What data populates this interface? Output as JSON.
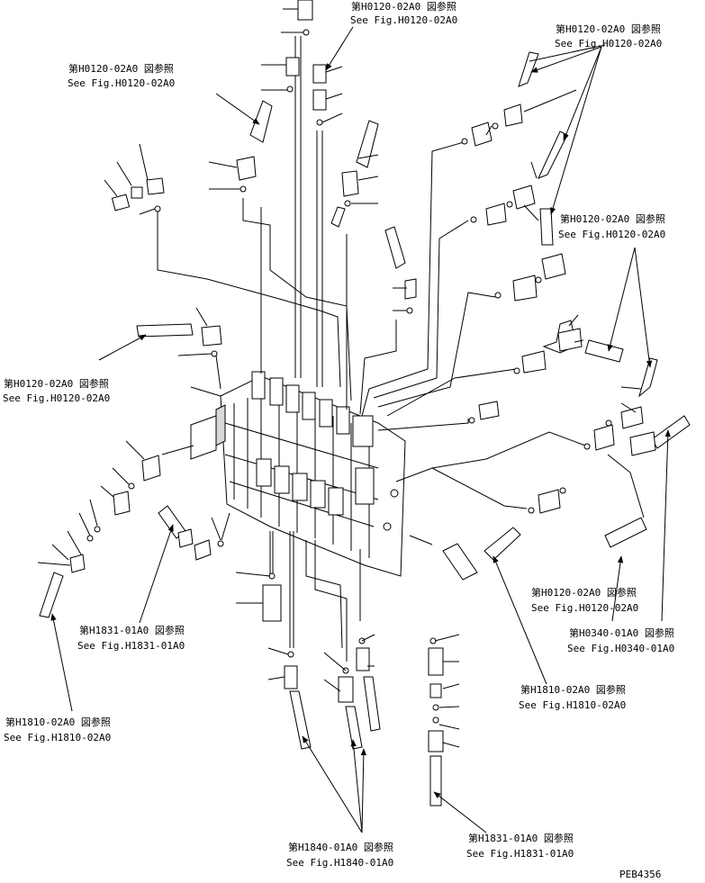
{
  "references": [
    {
      "id": "ref-top-center",
      "ja": "第H0120-02A0 図参照",
      "en": "See Fig.H0120-02A0"
    },
    {
      "id": "ref-top-right",
      "ja": "第H0120-02A0 図参照",
      "en": "See Fig.H0120-02A0"
    },
    {
      "id": "ref-top-left",
      "ja": "第H0120-02A0 図参照",
      "en": "See Fig.H0120-02A0"
    },
    {
      "id": "ref-right-upper",
      "ja": "第H0120-02A0 図参照",
      "en": "See Fig.H0120-02A0"
    },
    {
      "id": "ref-left-middle",
      "ja": "第H0120-02A0 図参照",
      "en": "See Fig.H0120-02A0"
    },
    {
      "id": "ref-right-lower",
      "ja": "第H0120-02A0 図参照",
      "en": "See Fig.H0120-02A0"
    },
    {
      "id": "ref-h1831-left",
      "ja": "第H1831-01A0 図参照",
      "en": "See Fig.H1831-01A0"
    },
    {
      "id": "ref-h0340",
      "ja": "第H0340-01A0 図参照",
      "en": "See Fig.H0340-01A0"
    },
    {
      "id": "ref-h1810-right",
      "ja": "第H1810-02A0 図参照",
      "en": "See Fig.H1810-02A0"
    },
    {
      "id": "ref-h1810-left",
      "ja": "第H1810-02A0 図参照",
      "en": "See Fig.H1810-02A0"
    },
    {
      "id": "ref-h1831-bottom",
      "ja": "第H1831-01A0 図参照",
      "en": "See Fig.H1831-01A0"
    },
    {
      "id": "ref-h1840",
      "ja": "第H1840-01A0 図参照",
      "en": "See Fig.H1840-01A0"
    }
  ],
  "drawing_code": "PEB4356"
}
